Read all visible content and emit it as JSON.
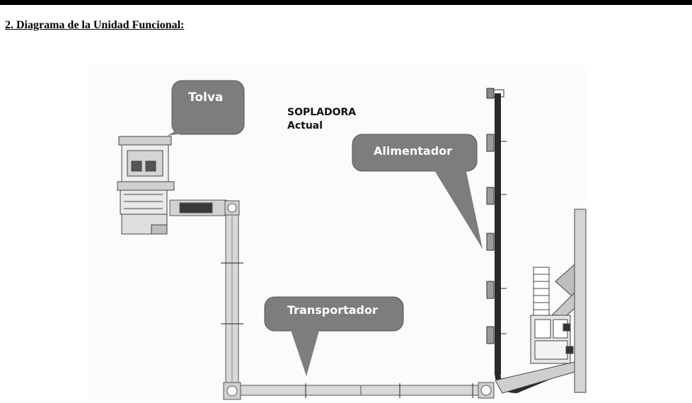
{
  "heading": "2. Diagrama de la Unidad Funcional:",
  "diagram": {
    "callouts": {
      "tolva": "Tolva",
      "alimentador": "Alimentador",
      "transportador": "Transportador"
    },
    "sopladora_line1": "SOPLADORA",
    "sopladora_line2": "Actual"
  },
  "colors": {
    "callout_fill": "#7d7d7d",
    "conveyor_fill": "#d8d8d8",
    "feeder_dark": "#2a2a2a"
  }
}
